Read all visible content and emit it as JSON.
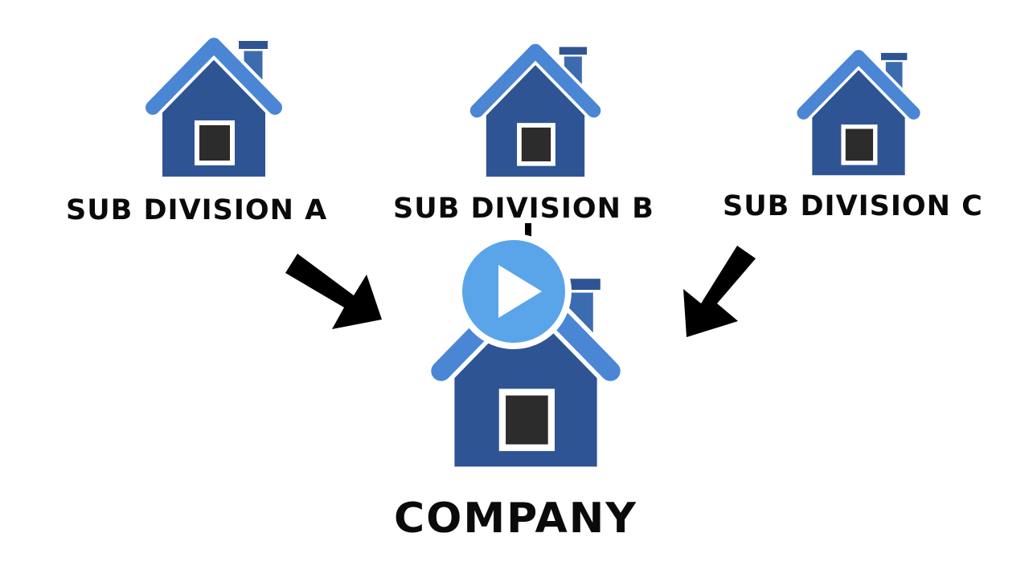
{
  "colors": {
    "roof": "#4a86d4",
    "roof_outline": "#ffffff",
    "body": "#2f5493",
    "chimney": "#3d6bb0",
    "window_frame": "#ffffff",
    "window_pane": "#2c2c2c",
    "arrow": "#000000",
    "play_circle": "#5aa5ea",
    "play_ring": "#ffffff",
    "play_triangle": "#ffffff",
    "text": "#0a0a0a"
  },
  "diagram": {
    "sub_divisions": [
      {
        "label": "SUB DIVISION A"
      },
      {
        "label": "SUB DIVISION B"
      },
      {
        "label": "SUB DIVISION C"
      }
    ],
    "parent": {
      "label": "COMPANY"
    }
  },
  "player": {
    "icon": "play-icon"
  }
}
